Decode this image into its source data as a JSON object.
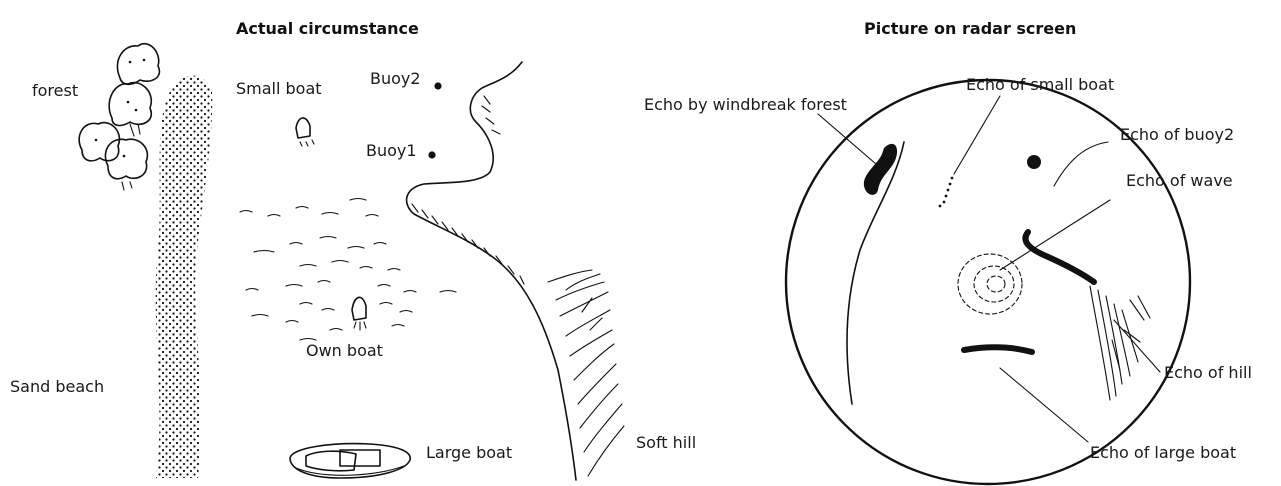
{
  "left_panel": {
    "title": "Actual circumstance",
    "labels": {
      "forest": "forest",
      "small_boat": "Small boat",
      "buoy2": "Buoy2",
      "buoy1": "Buoy1",
      "own_boat": "Own boat",
      "sand_beach": "Sand beach",
      "large_boat": "Large boat",
      "soft_hill": "Soft hill"
    }
  },
  "right_panel": {
    "title": "Picture on radar screen",
    "labels": {
      "windbreak_forest": "Echo by windbreak forest",
      "small_boat": "Echo of small boat",
      "buoy2": "Echo of buoy2",
      "wave": "Echo of wave",
      "hill": "Echo of hill",
      "large_boat": "Echo of large boat"
    }
  }
}
